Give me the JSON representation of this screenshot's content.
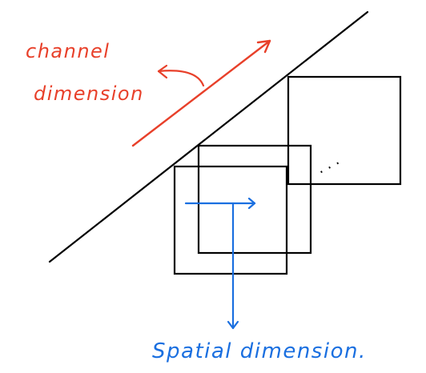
{
  "labels": {
    "channel_line1": "channel",
    "channel_line2": "dimension",
    "spatial": "Spatial dimension."
  },
  "ellipsis": "· · ·",
  "colors": {
    "background": "#ffffff",
    "stroke": "#000000",
    "channel_annotation": "#e8402a",
    "spatial_annotation": "#1a6fe0"
  }
}
